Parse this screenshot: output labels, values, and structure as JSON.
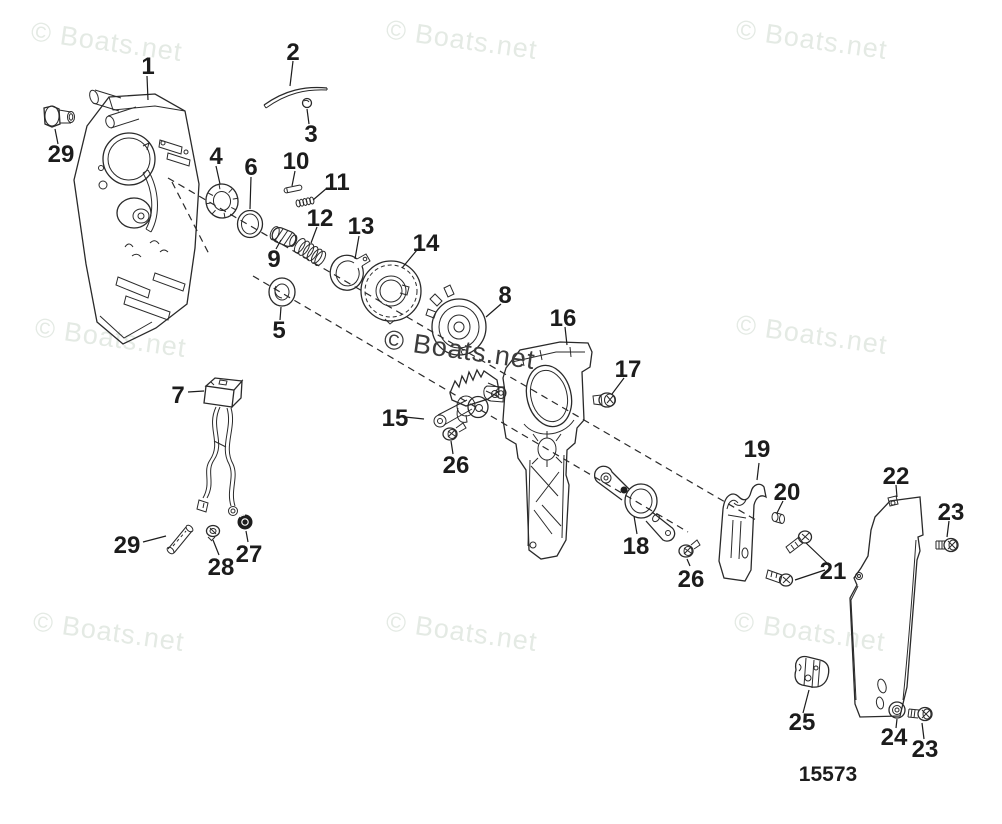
{
  "canvas": {
    "background": "#ffffff",
    "line_color": "#2a2a2a"
  },
  "watermark": {
    "text": "© Boats.net",
    "light_color": "#e4eae4",
    "dark_color": "#3c3c3c"
  },
  "drawing_number": {
    "text": "15573"
  },
  "callouts": [
    {
      "text": "1"
    },
    {
      "text": "2"
    },
    {
      "text": "3"
    },
    {
      "text": "4"
    },
    {
      "text": "6"
    },
    {
      "text": "10"
    },
    {
      "text": "11"
    },
    {
      "text": "12"
    },
    {
      "text": "13"
    },
    {
      "text": "14"
    },
    {
      "text": "9"
    },
    {
      "text": "5"
    },
    {
      "text": "8"
    },
    {
      "text": "16"
    },
    {
      "text": "17"
    },
    {
      "text": "15"
    },
    {
      "text": "26"
    },
    {
      "text": "7"
    },
    {
      "text": "29"
    },
    {
      "text": "29"
    },
    {
      "text": "28"
    },
    {
      "text": "27"
    },
    {
      "text": "18"
    },
    {
      "text": "26"
    },
    {
      "text": "19"
    },
    {
      "text": "20"
    },
    {
      "text": "21"
    },
    {
      "text": "22"
    },
    {
      "text": "23"
    },
    {
      "text": "24"
    },
    {
      "text": "23"
    },
    {
      "text": "25"
    }
  ]
}
